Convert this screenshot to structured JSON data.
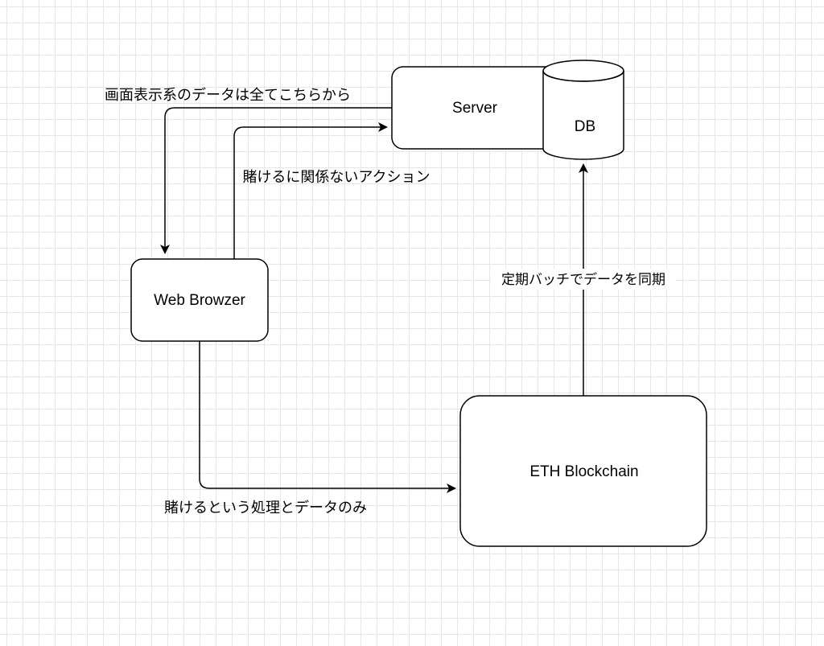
{
  "nodes": {
    "server": {
      "label": "Server"
    },
    "db": {
      "label": "DB"
    },
    "web_browser": {
      "label": "Web Browzer"
    },
    "eth_blockchain": {
      "label": "ETH Blockchain"
    }
  },
  "edges": {
    "server_to_browser": {
      "label": "画面表示系のデータは全てこちらから"
    },
    "browser_to_server": {
      "label": "賭けるに関係ないアクション"
    },
    "browser_to_eth": {
      "label": "賭けるという処理とデータのみ"
    },
    "eth_to_db": {
      "label": "定期バッチでデータを同期"
    }
  },
  "colors": {
    "stroke": "#000000",
    "fill": "#ffffff",
    "grid": "#e6e6e6"
  }
}
